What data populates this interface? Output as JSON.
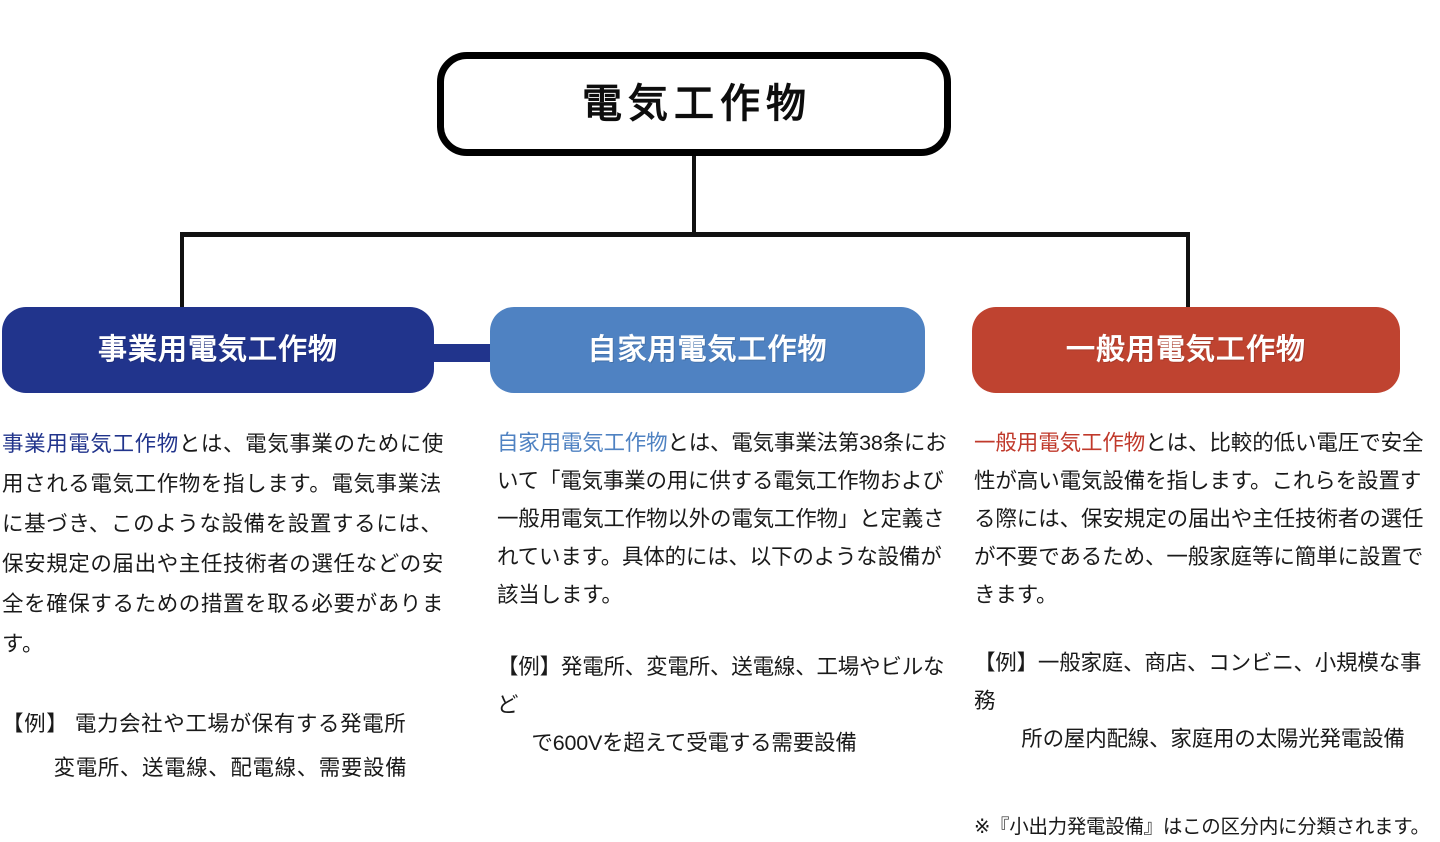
{
  "diagram": {
    "root": {
      "label": "電気工作物"
    },
    "categories": [
      {
        "id": "business-use",
        "label": "事業用電気工作物",
        "color": "#21348C",
        "term": "事業用電気工作物",
        "description": "とは、電気事業のために使用される電気工作物を指します。電気事業法に基づき、このような設備を設置するには、保安規定の届出や主任技術者の選任などの安全を確保するための措置を取る必要があります。",
        "example_line1": "【例】 電力会社や工場が保有する発電所",
        "example_line2": "変電所、送電線、配電線、需要設備",
        "footnote": ""
      },
      {
        "id": "private-use",
        "label": "自家用電気工作物",
        "color": "#4F82C2",
        "term": "自家用電気工作物",
        "description": "とは、電気事業法第38条において「電気事業の用に供する電気工作物および一般用電気工作物以外の電気工作物」と定義されています。具体的には、以下のような設備が該当します。",
        "example_line1": "【例】発電所、変電所、送電線、工場やビルなど",
        "example_line2": "で600Vを超えて受電する需要設備",
        "footnote": ""
      },
      {
        "id": "general-use",
        "label": "一般用電気工作物",
        "color": "#BF4330",
        "term": "一般用電気工作物",
        "description": "とは、比較的低い電圧で安全性が高い電気設備を指します。これらを設置する際には、保安規定の届出や主任技術者の選任が不要であるため、一般家庭等に簡単に設置できます。",
        "example_line1": "【例】一般家庭、商店、コンビニ、小規模な事務",
        "example_line2": "所の屋内配線、家庭用の太陽光発電設備",
        "footnote": "※『小出力発電設備』はこの区分内に分類されます。"
      }
    ]
  }
}
